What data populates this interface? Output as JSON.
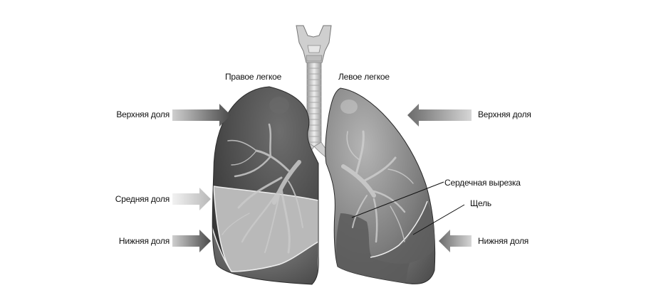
{
  "labels": {
    "right_lung": "Правое легкое",
    "left_lung": "Левое легкое",
    "upper_lobe_left_side": "Верхняя доля",
    "middle_lobe": "Средняя доля",
    "lower_lobe_left_side": "Нижняя доля",
    "upper_lobe_right_side": "Верхняя доля",
    "cardiac_notch": "Сердечная вырезка",
    "fissure": "Щель",
    "lower_lobe_right_side": "Нижняя доля"
  },
  "colors": {
    "background": "#ffffff",
    "upper_lobe_dark": "#3c3c3c",
    "middle_lobe_light": "#b9b9b9",
    "lower_lobe": "#6a6a6a",
    "left_lung_fill": "#8a8a8a",
    "arrow_gradient_dark": "#4a4a4a",
    "arrow_gradient_light": "#d6d6d6",
    "text": "#111111"
  }
}
